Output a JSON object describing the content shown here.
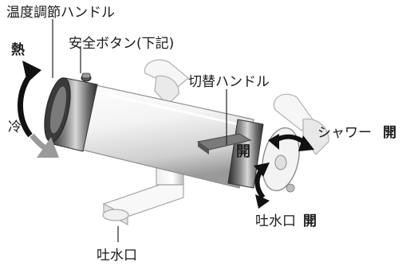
{
  "labels": {
    "temp_handle": "温度調節ハンドル",
    "hot": "熱",
    "cold": "冷",
    "safety_button": "安全ボタン(下記)",
    "switch_handle": "切替ハンドル",
    "open_mark": "開",
    "shower_text": "シャワー",
    "shower_open": "開",
    "spout_text": "吐水口",
    "spout_open": "開",
    "spout_bottom": "吐水口"
  },
  "colors": {
    "cylinder_light": "#ffffff",
    "cylinder_mid": "#d6d6d6",
    "cylinder_dark": "#444444",
    "handle_gray": "#6e6e6e",
    "arrow_black": "#111111",
    "arrow_gray": "#8a8a8a"
  }
}
